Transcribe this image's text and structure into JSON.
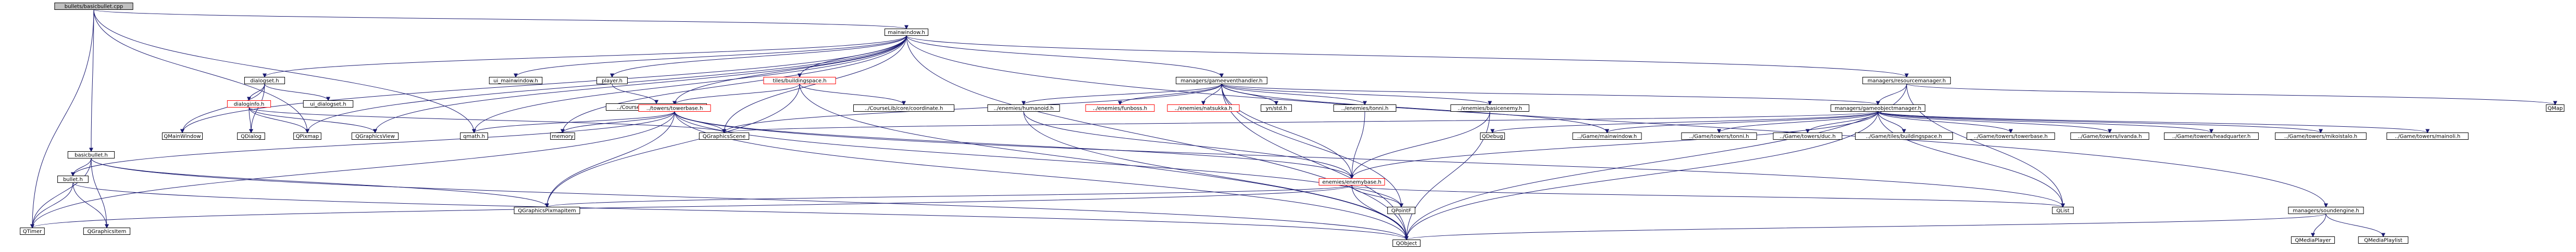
{
  "graph": {
    "title": "",
    "colors": {
      "root_fill": "#bfbfbf",
      "node_fill": "#ffffff",
      "node_border": "#000000",
      "missing_border": "#ff0000",
      "edge": "#191970",
      "text": "#000000"
    },
    "nodes": [
      {
        "id": "root",
        "label": "bullets/basicbullet.cpp",
        "kind": "root"
      },
      {
        "id": "mainwindow_h",
        "label": "mainwindow.h",
        "kind": "link"
      },
      {
        "id": "basicbullet_h",
        "label": "basicbullet.h",
        "kind": "link"
      },
      {
        "id": "bullet_h",
        "label": "bullet.h",
        "kind": "link"
      },
      {
        "id": "qtimer",
        "label": "QTimer",
        "kind": "link"
      },
      {
        "id": "qgraphicsitem",
        "label": "QGraphicsItem",
        "kind": "link"
      },
      {
        "id": "qgraphicspixmapitem",
        "label": "QGraphicsPixmapItem",
        "kind": "link"
      },
      {
        "id": "qobject",
        "label": "QObject",
        "kind": "link"
      },
      {
        "id": "dialogset_h",
        "label": "dialogset.h",
        "kind": "link"
      },
      {
        "id": "dialoginfo_h",
        "label": "dialoginfo.h",
        "kind": "missing"
      },
      {
        "id": "ui_dialogset_h",
        "label": "ui_dialogset.h",
        "kind": "link"
      },
      {
        "id": "qmainwindow",
        "label": "QMainWindow",
        "kind": "link"
      },
      {
        "id": "qdialog",
        "label": "QDialog",
        "kind": "link"
      },
      {
        "id": "qpixmap",
        "label": "QPixmap",
        "kind": "link"
      },
      {
        "id": "qgraphicsview",
        "label": "QGraphicsView",
        "kind": "link"
      },
      {
        "id": "ui_mainwindow_h",
        "label": "ui_mainwindow.h",
        "kind": "link"
      },
      {
        "id": "player_h",
        "label": "player.h",
        "kind": "link"
      },
      {
        "id": "playerbase_h",
        "label": "../CourseLib/core/playerbase.h",
        "kind": "link"
      },
      {
        "id": "buildingspace_h",
        "label": "tiles/buildingspace.h",
        "kind": "missing"
      },
      {
        "id": "towerbase_h",
        "label": "../towers/towerbase.h",
        "kind": "missing"
      },
      {
        "id": "coordinate_h",
        "label": "../CourseLib/core/coordinate.h",
        "kind": "link"
      },
      {
        "id": "qmath_h",
        "label": "qmath.h",
        "kind": "link"
      },
      {
        "id": "memory",
        "label": "memory",
        "kind": "link"
      },
      {
        "id": "qgraphicsscene",
        "label": "QGraphicsScene",
        "kind": "link"
      },
      {
        "id": "qpointf",
        "label": "QPointF",
        "kind": "link"
      },
      {
        "id": "enemybase_h",
        "label": "enemies/enemybase.h",
        "kind": "missing"
      },
      {
        "id": "qdebug",
        "label": "QDebug",
        "kind": "link"
      },
      {
        "id": "qlist",
        "label": "QList",
        "kind": "link"
      },
      {
        "id": "gameeventhandler_h",
        "label": "managers/gameeventhandler.h",
        "kind": "link"
      },
      {
        "id": "humanoid_h",
        "label": "../enemies/humanoid.h",
        "kind": "link"
      },
      {
        "id": "funboss_h",
        "label": "../enemies/funboss.h",
        "kind": "missing"
      },
      {
        "id": "natsukka_h",
        "label": "../enemies/natsukka.h",
        "kind": "missing"
      },
      {
        "id": "ynsstd_h",
        "label": "yn/std.h",
        "kind": "link"
      },
      {
        "id": "tonni_h",
        "label": "../enemies/tonni.h",
        "kind": "link"
      },
      {
        "id": "basicenemy_h",
        "label": "../enemies/basicenemy.h",
        "kind": "link"
      },
      {
        "id": "resourcemanager_h",
        "label": "managers/resourcemanager.h",
        "kind": "link"
      },
      {
        "id": "gameobjectmanager_h",
        "label": "managers/gameobjectmanager.h",
        "kind": "link"
      },
      {
        "id": "qmap",
        "label": "QMap",
        "kind": "link"
      },
      {
        "id": "g_mainwindow_h",
        "label": "../Game/mainwindow.h",
        "kind": "link"
      },
      {
        "id": "g_tonni_h",
        "label": "../Game/towers/tonni.h",
        "kind": "link"
      },
      {
        "id": "g_duc_h",
        "label": "../Game/towers/duc.h",
        "kind": "link"
      },
      {
        "id": "g_buildingspace_h",
        "label": "../Game/tiles/buildingspace.h",
        "kind": "link"
      },
      {
        "id": "g_towerbase_h",
        "label": "../Game/towers/towerbase.h",
        "kind": "link"
      },
      {
        "id": "g_ivanda_h",
        "label": "../Game/towers/ivanda.h",
        "kind": "link"
      },
      {
        "id": "g_headquarter_h",
        "label": "../Game/towers/headquarter.h",
        "kind": "link"
      },
      {
        "id": "g_mikoistalo_h",
        "label": "../Game/towers/mikoistalo.h",
        "kind": "link"
      },
      {
        "id": "g_mainoli_h",
        "label": "../Game/towers/mainoli.h",
        "kind": "link"
      },
      {
        "id": "soundengine_h",
        "label": "managers/soundengine.h",
        "kind": "link"
      },
      {
        "id": "qmediaplayer",
        "label": "QMediaPlayer",
        "kind": "link"
      },
      {
        "id": "qmediaplaylist",
        "label": "QMediaPlaylist",
        "kind": "link"
      }
    ],
    "edges": [
      [
        "root",
        "mainwindow_h"
      ],
      [
        "root",
        "basicbullet_h"
      ],
      [
        "root",
        "qtimer"
      ],
      [
        "root",
        "qpixmap"
      ],
      [
        "root",
        "qmath_h"
      ],
      [
        "basicbullet_h",
        "bullet_h"
      ],
      [
        "basicbullet_h",
        "qtimer"
      ],
      [
        "basicbullet_h",
        "qgraphicsitem"
      ],
      [
        "basicbullet_h",
        "qgraphicspixmapitem"
      ],
      [
        "basicbullet_h",
        "qobject"
      ],
      [
        "bullet_h",
        "qtimer"
      ],
      [
        "bullet_h",
        "qgraphicsitem"
      ],
      [
        "bullet_h",
        "qobject"
      ],
      [
        "mainwindow_h",
        "dialogset_h"
      ],
      [
        "mainwindow_h",
        "qmainwindow"
      ],
      [
        "mainwindow_h",
        "ui_mainwindow_h"
      ],
      [
        "mainwindow_h",
        "player_h"
      ],
      [
        "mainwindow_h",
        "buildingspace_h"
      ],
      [
        "mainwindow_h",
        "towerbase_h"
      ],
      [
        "mainwindow_h",
        "gameeventhandler_h"
      ],
      [
        "mainwindow_h",
        "resourcemanager_h"
      ],
      [
        "mainwindow_h",
        "soundengine_h"
      ],
      [
        "mainwindow_h",
        "qgraphicsview"
      ],
      [
        "mainwindow_h",
        "qgraphicsscene"
      ],
      [
        "mainwindow_h",
        "qobject"
      ],
      [
        "mainwindow_h",
        "qmath_h"
      ],
      [
        "mainwindow_h",
        "memory"
      ],
      [
        "mainwindow_h",
        "qpixmap"
      ],
      [
        "dialogset_h",
        "dialoginfo_h"
      ],
      [
        "dialogset_h",
        "ui_dialogset_h"
      ],
      [
        "dialogset_h",
        "qdialog"
      ],
      [
        "dialogset_h",
        "qmainwindow"
      ],
      [
        "dialoginfo_h",
        "qdialog"
      ],
      [
        "dialoginfo_h",
        "qpixmap"
      ],
      [
        "dialoginfo_h",
        "qgraphicsview"
      ],
      [
        "dialoginfo_h",
        "qgraphicsscene"
      ],
      [
        "player_h",
        "playerbase_h"
      ],
      [
        "buildingspace_h",
        "towerbase_h"
      ],
      [
        "buildingspace_h",
        "coordinate_h"
      ],
      [
        "buildingspace_h",
        "qgraphicspixmapitem"
      ],
      [
        "buildingspace_h",
        "qobject"
      ],
      [
        "towerbase_h",
        "bullet_h"
      ],
      [
        "towerbase_h",
        "qmath_h"
      ],
      [
        "towerbase_h",
        "memory"
      ],
      [
        "towerbase_h",
        "qgraphicsscene"
      ],
      [
        "towerbase_h",
        "qgraphicspixmapitem"
      ],
      [
        "towerbase_h",
        "qtimer"
      ],
      [
        "towerbase_h",
        "qpointf"
      ],
      [
        "towerbase_h",
        "qobject"
      ],
      [
        "towerbase_h",
        "enemybase_h"
      ],
      [
        "towerbase_h",
        "qlist"
      ],
      [
        "gameeventhandler_h",
        "humanoid_h"
      ],
      [
        "gameeventhandler_h",
        "funboss_h"
      ],
      [
        "gameeventhandler_h",
        "natsukka_h"
      ],
      [
        "gameeventhandler_h",
        "ynsstd_h"
      ],
      [
        "gameeventhandler_h",
        "tonni_h"
      ],
      [
        "gameeventhandler_h",
        "basicenemy_h"
      ],
      [
        "gameeventhandler_h",
        "gameobjectmanager_h"
      ],
      [
        "gameeventhandler_h",
        "qgraphicsscene"
      ],
      [
        "gameeventhandler_h",
        "qobject"
      ],
      [
        "gameeventhandler_h",
        "qpointf"
      ],
      [
        "gameeventhandler_h",
        "g_mainwindow_h"
      ],
      [
        "gameeventhandler_h",
        "enemybase_h"
      ],
      [
        "humanoid_h",
        "enemybase_h"
      ],
      [
        "humanoid_h",
        "qobject"
      ],
      [
        "tonni_h",
        "enemybase_h"
      ],
      [
        "basicenemy_h",
        "enemybase_h"
      ],
      [
        "basicenemy_h",
        "qobject"
      ],
      [
        "enemybase_h",
        "qgraphicspixmapitem"
      ],
      [
        "enemybase_h",
        "qpointf"
      ],
      [
        "enemybase_h",
        "qobject"
      ],
      [
        "enemybase_h",
        "qlist"
      ],
      [
        "enemybase_h",
        "qtimer"
      ],
      [
        "resourcemanager_h",
        "gameobjectmanager_h"
      ],
      [
        "resourcemanager_h",
        "qmap"
      ],
      [
        "resourcemanager_h",
        "qobject"
      ],
      [
        "resourcemanager_h",
        "qlist"
      ],
      [
        "gameobjectmanager_h",
        "g_mainwindow_h"
      ],
      [
        "gameobjectmanager_h",
        "g_tonni_h"
      ],
      [
        "gameobjectmanager_h",
        "g_duc_h"
      ],
      [
        "gameobjectmanager_h",
        "g_buildingspace_h"
      ],
      [
        "gameobjectmanager_h",
        "g_towerbase_h"
      ],
      [
        "gameobjectmanager_h",
        "g_ivanda_h"
      ],
      [
        "gameobjectmanager_h",
        "g_headquarter_h"
      ],
      [
        "gameobjectmanager_h",
        "g_mikoistalo_h"
      ],
      [
        "gameobjectmanager_h",
        "g_mainoli_h"
      ],
      [
        "gameobjectmanager_h",
        "qgraphicsscene"
      ],
      [
        "gameobjectmanager_h",
        "qdebug"
      ],
      [
        "gameobjectmanager_h",
        "qlist"
      ],
      [
        "gameobjectmanager_h",
        "qobject"
      ],
      [
        "gameobjectmanager_h",
        "enemybase_h"
      ],
      [
        "soundengine_h",
        "qmediaplayer"
      ],
      [
        "soundengine_h",
        "qmediaplaylist"
      ],
      [
        "soundengine_h",
        "qobject"
      ]
    ]
  }
}
